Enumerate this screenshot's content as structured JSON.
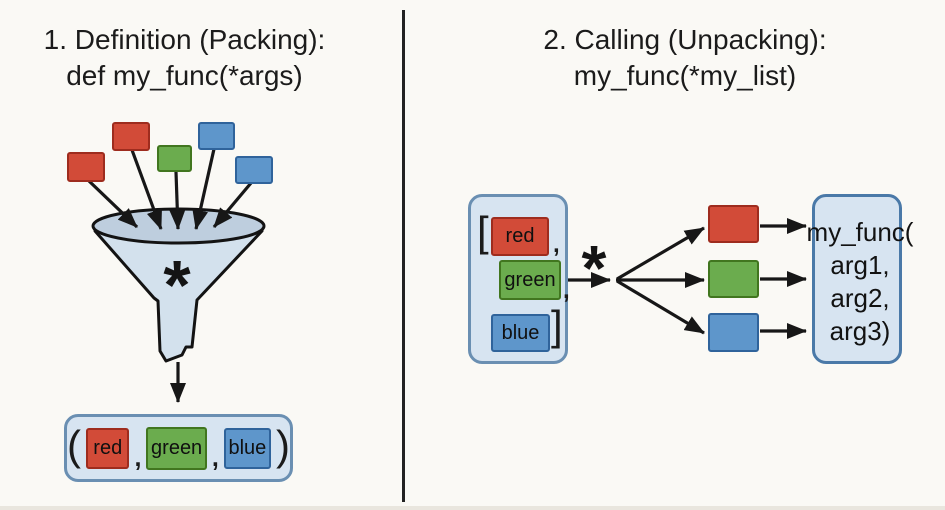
{
  "colors": {
    "red_fill": "#d24b38",
    "red_border": "#9e2c1e",
    "green_fill": "#6bac4e",
    "green_border": "#41761f",
    "blue_fill": "#5e96cb",
    "blue_border": "#2f639b",
    "container_fill": "#d7e4f1",
    "container_border": "#6a8fb2",
    "funnel_fill": "#d3e1ed",
    "funnel_mouth_fill": "#becede",
    "arrow_color": "#171717"
  },
  "left_panel": {
    "title_line1": "1. Definition (Packing):",
    "title_line2": "def my_func(*args)",
    "funnel_asterisk": "*",
    "tuple": {
      "open_paren": "(",
      "close_paren": ")",
      "comma": ",",
      "items": [
        {
          "label": "red"
        },
        {
          "label": "green"
        },
        {
          "label": "blue"
        }
      ]
    }
  },
  "right_panel": {
    "title_line1": "2. Calling (Unpacking):",
    "title_line2": "my_func(*my_list)",
    "unpack_asterisk": "*",
    "list": {
      "open_bracket": "[",
      "close_bracket": "]",
      "comma": ",",
      "items": [
        {
          "label": "red"
        },
        {
          "label": "green"
        },
        {
          "label": "blue"
        }
      ]
    },
    "call_box": {
      "lines": [
        "my_func(",
        "arg1,",
        "arg2,",
        "arg3)"
      ]
    }
  }
}
